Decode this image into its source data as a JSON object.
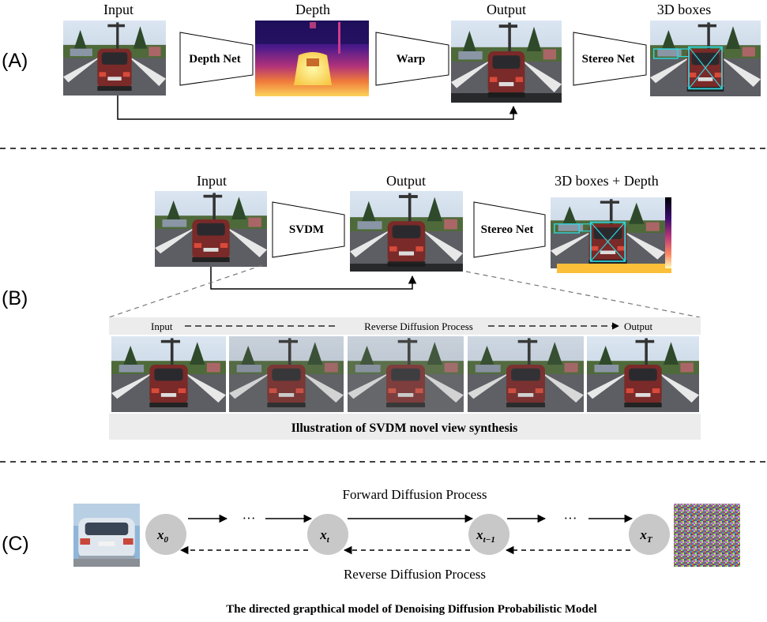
{
  "sections": {
    "a": "(A)",
    "b": "(B)",
    "c": "(C)"
  },
  "panel_a": {
    "input_label": "Input",
    "depth_label": "Depth",
    "output_label": "Output",
    "boxes_label": "3D boxes",
    "depth_net": "Depth Net",
    "warp": "Warp",
    "stereo_net": "Stereo Net"
  },
  "panel_b": {
    "input_label": "Input",
    "output_label": "Output",
    "boxes_depth_label": "3D boxes + Depth",
    "svdm": "SVDM",
    "stereo_net": "Stereo Net",
    "strip_input": "Input",
    "strip_process": "Reverse Diffusion  Process",
    "strip_output": "Output",
    "caption": "Illustration of SVDM novel view synthesis"
  },
  "panel_c": {
    "forward": "Forward Diffusion Process",
    "reverse": "Reverse Diffusion Process",
    "dots": "···",
    "nodes": [
      {
        "base": "x",
        "sub": "0"
      },
      {
        "base": "x",
        "sub": "t"
      },
      {
        "base": "x",
        "sub": "t−1"
      },
      {
        "base": "x",
        "sub": "T"
      }
    ],
    "caption": "The directed grapthical model of Denoising Diffusion Probabilistic Model"
  },
  "colors": {
    "box_cyan": "#2fd6e0",
    "depth_dark": "#20105c",
    "depth_bright": "#fcf18a",
    "node_gray": "#c8c8c8",
    "strip_bg": "#ececec"
  },
  "icons": [
    "car-scene-image",
    "depth-map-image",
    "noise-image",
    "trapezoid-block",
    "arrow"
  ]
}
